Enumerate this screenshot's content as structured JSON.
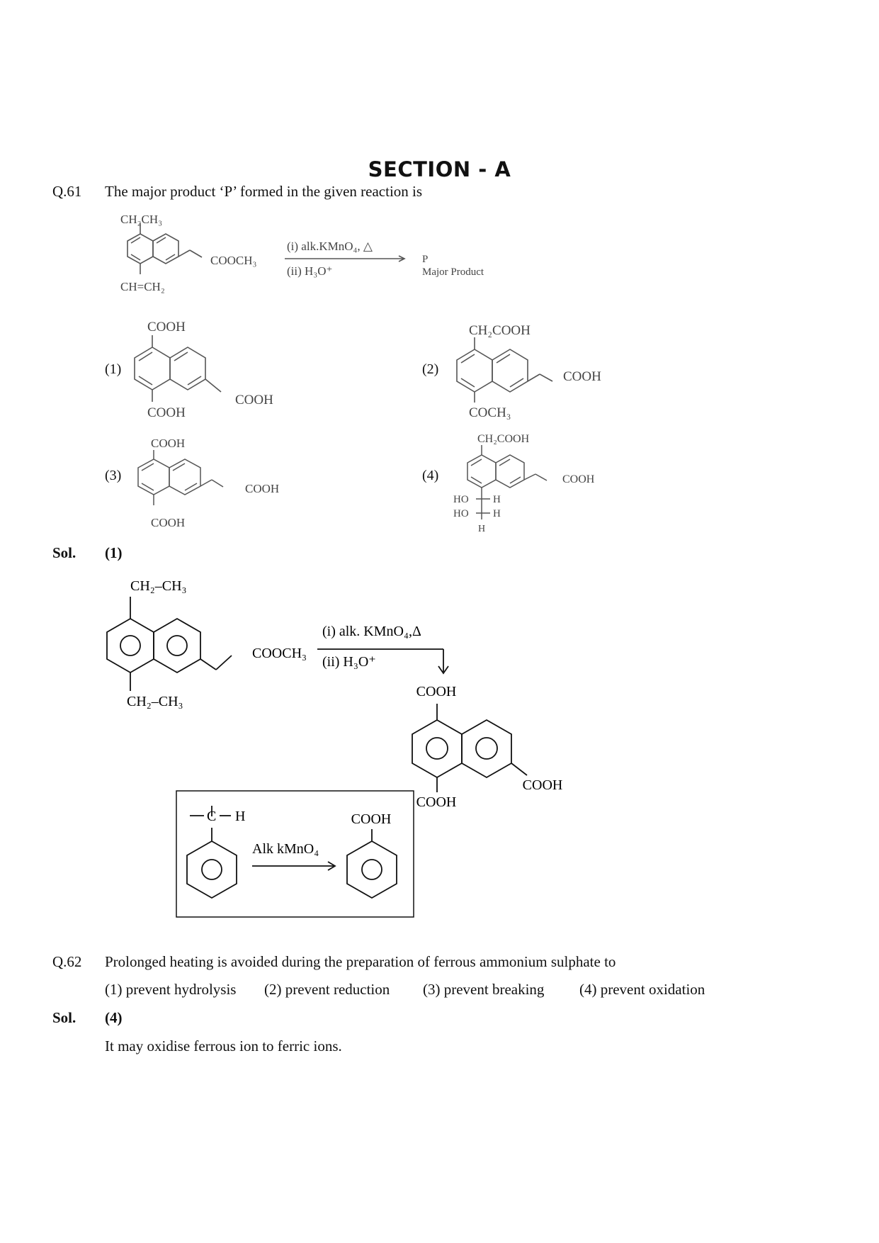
{
  "section_title": "SECTION - A",
  "q61": {
    "number": "Q.61",
    "text": "The major product ‘P’ formed in the given reaction is",
    "reaction": {
      "reactant_top": "CH₂CH₃",
      "reactant_bottom": "CH=CH₂",
      "reactant_side": "COOCH₃",
      "reagent_1": "(i) alk.KMnO₄, △",
      "reagent_2": "(ii) H₃O⁺",
      "product": "P",
      "product_label": "Major Product"
    },
    "options": [
      {
        "label": "(1)",
        "top": "COOH",
        "bottom": "COOH",
        "side": "COOH"
      },
      {
        "label": "(2)",
        "top": "CH₂COOH",
        "bottom": "COCH₃",
        "side": "COOH"
      },
      {
        "label": "(3)",
        "top": "COOH",
        "bottom": "COOH",
        "side": "COOH"
      },
      {
        "label": "(4)",
        "top": "CH₂COOH",
        "bottom_lines": [
          "HO",
          "H",
          "HO",
          "H",
          "H"
        ],
        "side": "COOH"
      }
    ]
  },
  "sol61": {
    "label": "Sol.",
    "answer": "(1)",
    "reactant_top": "CH₂–CH₃",
    "reactant_bottom": "CH₂–CH₃",
    "reactant_side": "COOCH₃",
    "reagent_1": "(i) alk. KMnO₄,Δ",
    "reagent_2": "(ii) H₃O⁺",
    "product_top": "COOH",
    "product_bottom": "COOH",
    "product_side": "COOH",
    "box": {
      "group_c": "C",
      "group_h": "H",
      "reagent": "Alk kMnO₄",
      "product": "COOH"
    }
  },
  "q62": {
    "number": "Q.62",
    "text": "Prolonged heating is avoided during the preparation of ferrous ammonium sulphate to",
    "options": [
      "(1) prevent hydrolysis",
      "(2) prevent reduction",
      "(3) prevent breaking",
      "(4) prevent oxidation"
    ]
  },
  "sol62": {
    "label": "Sol.",
    "answer": "(4)",
    "explanation": "It may oxidise ferrous ion to ferric ions."
  }
}
